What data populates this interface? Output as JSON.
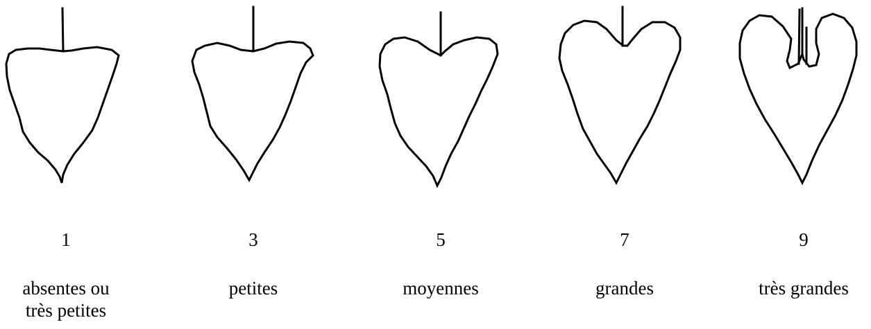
{
  "levels": [
    {
      "score": "1",
      "label": "absentes ou\ntrès petites"
    },
    {
      "score": "3",
      "label": "petites"
    },
    {
      "score": "5",
      "label": "moyennes"
    },
    {
      "score": "7",
      "label": "grandes"
    },
    {
      "score": "9",
      "label": "très grandes"
    }
  ]
}
